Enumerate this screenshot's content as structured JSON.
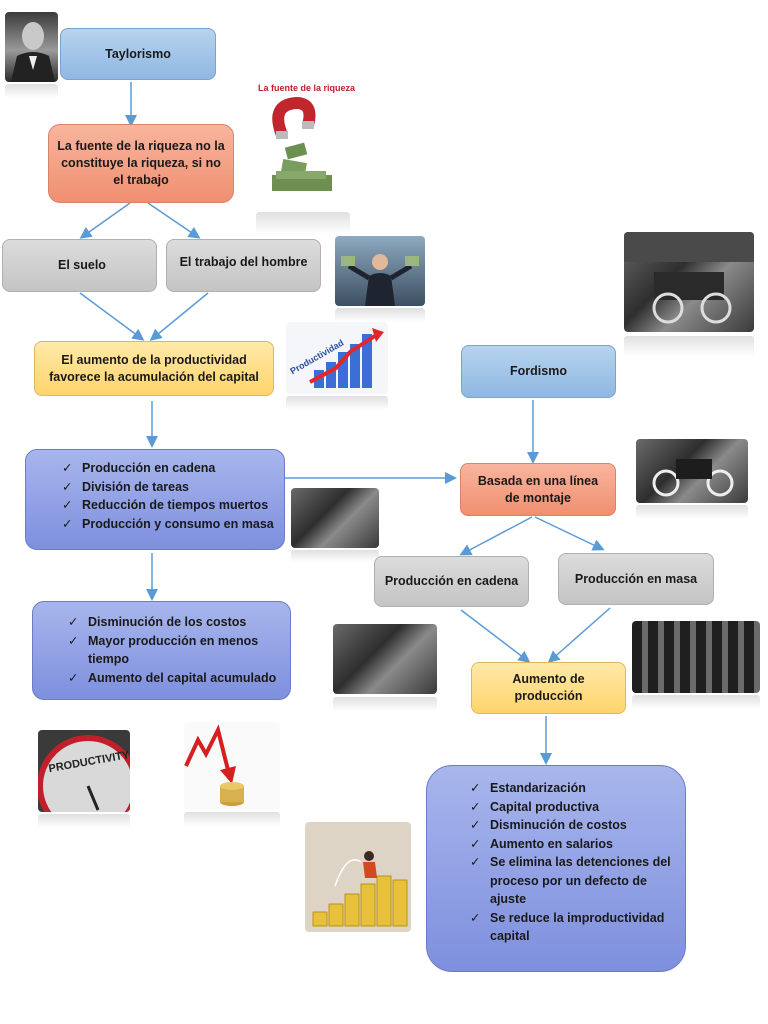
{
  "taylorismo": {
    "title": "Taylorismo",
    "riqueza": "La fuente de la riqueza no la constituye la riqueza, si no el trabajo",
    "suelo": "El suelo",
    "trabajo_hombre": "El trabajo del hombre",
    "aumento_productividad": "El aumento de la productividad favorece la acumulación del capital",
    "list1": [
      "Producción en cadena",
      "División de tareas",
      "Reducción de tiempos muertos",
      "Producción y consumo en masa"
    ],
    "list2": [
      "Disminución de los costos",
      "Mayor producción  en menos tiempo",
      "Aumento del capital acumulado"
    ]
  },
  "fordismo": {
    "title": "Fordismo",
    "linea_montaje": "Basada en una línea de montaje",
    "produccion_cadena": "Producción en cadena",
    "produccion_masa": "Producción en masa",
    "aumento_produccion": "Aumento de producción",
    "list3": [
      "Estandarización",
      "Capital productiva",
      "Disminución de costos",
      "Aumento en salarios",
      " Se elimina las detenciones del proceso por un defecto de ajuste",
      "Se reduce la improductividad capital"
    ]
  },
  "images": {
    "magnet_caption": "La fuente de la riqueza",
    "productividad_caption": "Productividad",
    "gauge_caption": "PRODUCTIVITY"
  },
  "colors": {
    "arrow": "#5b9bd5",
    "blue_box": "#9dc3e6",
    "salmon_box": "#f4a184",
    "gray_box": "#cfcfcf",
    "yellow_box": "#ffdc82",
    "purple_box": "#8e9de2"
  }
}
